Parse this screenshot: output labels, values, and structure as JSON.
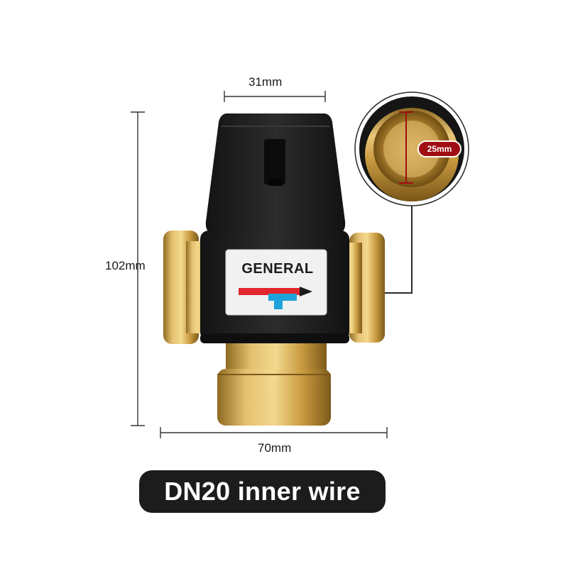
{
  "dimensions": {
    "top_width": "31mm",
    "height": "102mm",
    "bottom_width": "70mm",
    "inner_diameter": "25mm"
  },
  "product": {
    "brand_label": "GENERAL",
    "caption": "DN20 inner wire"
  },
  "colors": {
    "brass": "#c9a04a",
    "body_black": "#1e1e1e",
    "hot_red": "#e3262d",
    "cold_blue": "#1fa3dc",
    "callout_red": "#a00d12",
    "caption_bg": "#1c1c1c"
  }
}
